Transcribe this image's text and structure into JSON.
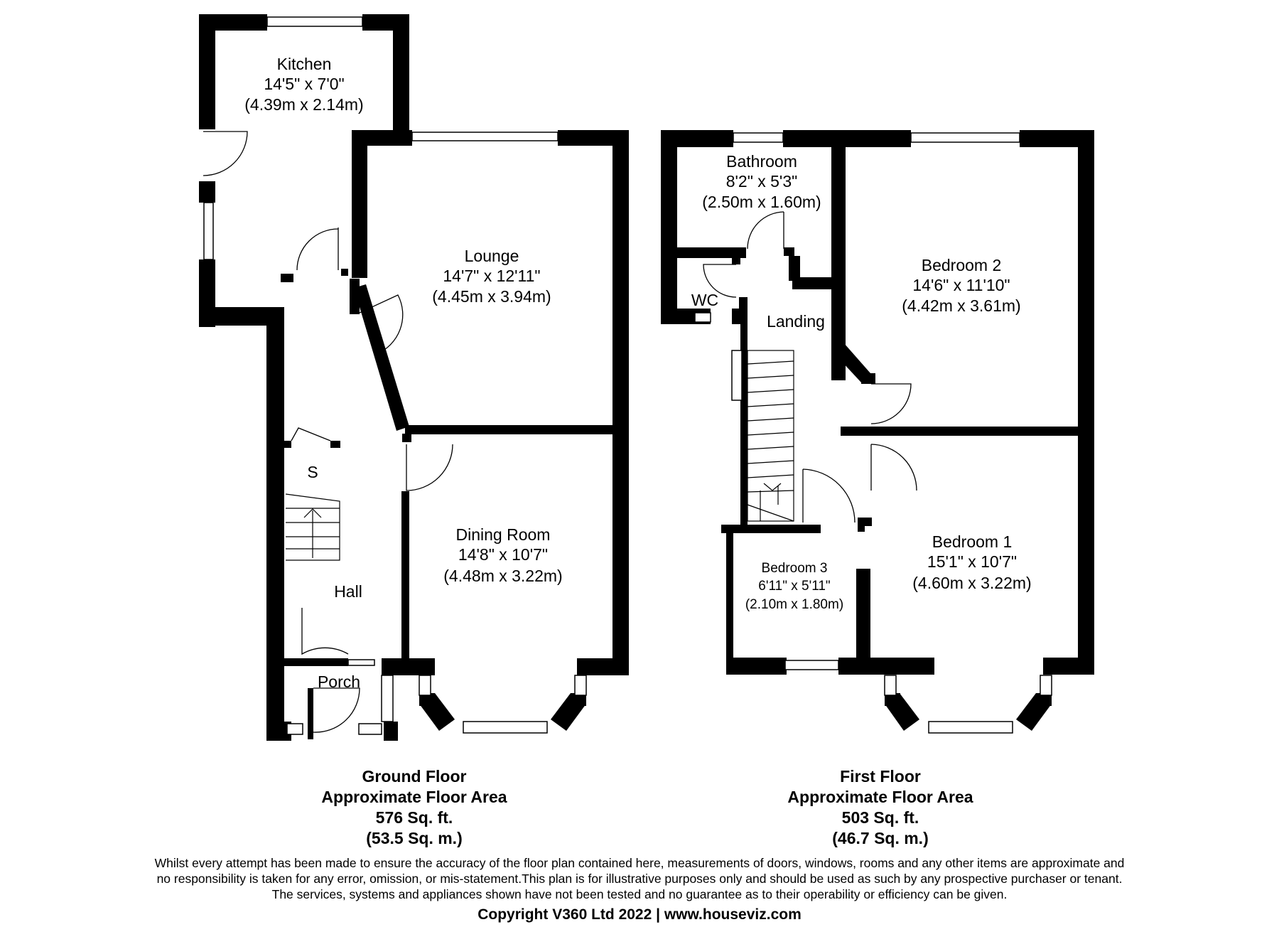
{
  "ground_floor": {
    "rooms": {
      "kitchen": {
        "name": "Kitchen",
        "imperial": "14'5\" x 7'0\"",
        "metric": "(4.39m x 2.14m)"
      },
      "lounge": {
        "name": "Lounge",
        "imperial": "14'7\" x 12'11\"",
        "metric": "(4.45m x 3.94m)"
      },
      "dining": {
        "name": "Dining Room",
        "imperial": "14'8\" x 10'7\"",
        "metric": "(4.48m x 3.22m)"
      },
      "store": {
        "name": "S"
      },
      "hall": {
        "name": "Hall"
      },
      "porch": {
        "name": "Porch"
      }
    },
    "caption": {
      "title": "Ground Floor",
      "subtitle": "Approximate Floor Area",
      "area_imperial": "576 Sq. ft.",
      "area_metric": "(53.5 Sq. m.)"
    }
  },
  "first_floor": {
    "rooms": {
      "bathroom": {
        "name": "Bathroom",
        "imperial": "8'2\" x 5'3\"",
        "metric": "(2.50m x 1.60m)"
      },
      "bedroom2": {
        "name": "Bedroom 2",
        "imperial": "14'6\" x 11'10\"",
        "metric": "(4.42m x 3.61m)"
      },
      "wc": {
        "name": "WC"
      },
      "landing": {
        "name": "Landing"
      },
      "bedroom1": {
        "name": "Bedroom 1",
        "imperial": "15'1\" x 10'7\"",
        "metric": "(4.60m x 3.22m)"
      },
      "bedroom3": {
        "name": "Bedroom 3",
        "imperial": "6'11\" x 5'11\"",
        "metric": "(2.10m x 1.80m)"
      }
    },
    "caption": {
      "title": "First Floor",
      "subtitle": "Approximate Floor Area",
      "area_imperial": "503 Sq. ft.",
      "area_metric": "(46.7 Sq. m.)"
    }
  },
  "disclaimer": [
    "Whilst every attempt has been made to ensure the accuracy of the floor plan contained here, measurements of doors, windows, rooms and any other items are approximate and",
    "no responsibility is taken for any error, omission, or mis-statement.This plan is for illustrative purposes only and should be used as such by any prospective purchaser or tenant.",
    "The services, systems and appliances shown have not been tested and no guarantee as to their operability or efficiency can be given."
  ],
  "copyright": "Copyright V360 Ltd 2022 | www.houseviz.com",
  "colors": {
    "wall": "#000000",
    "background": "#ffffff",
    "line": "#000000"
  }
}
